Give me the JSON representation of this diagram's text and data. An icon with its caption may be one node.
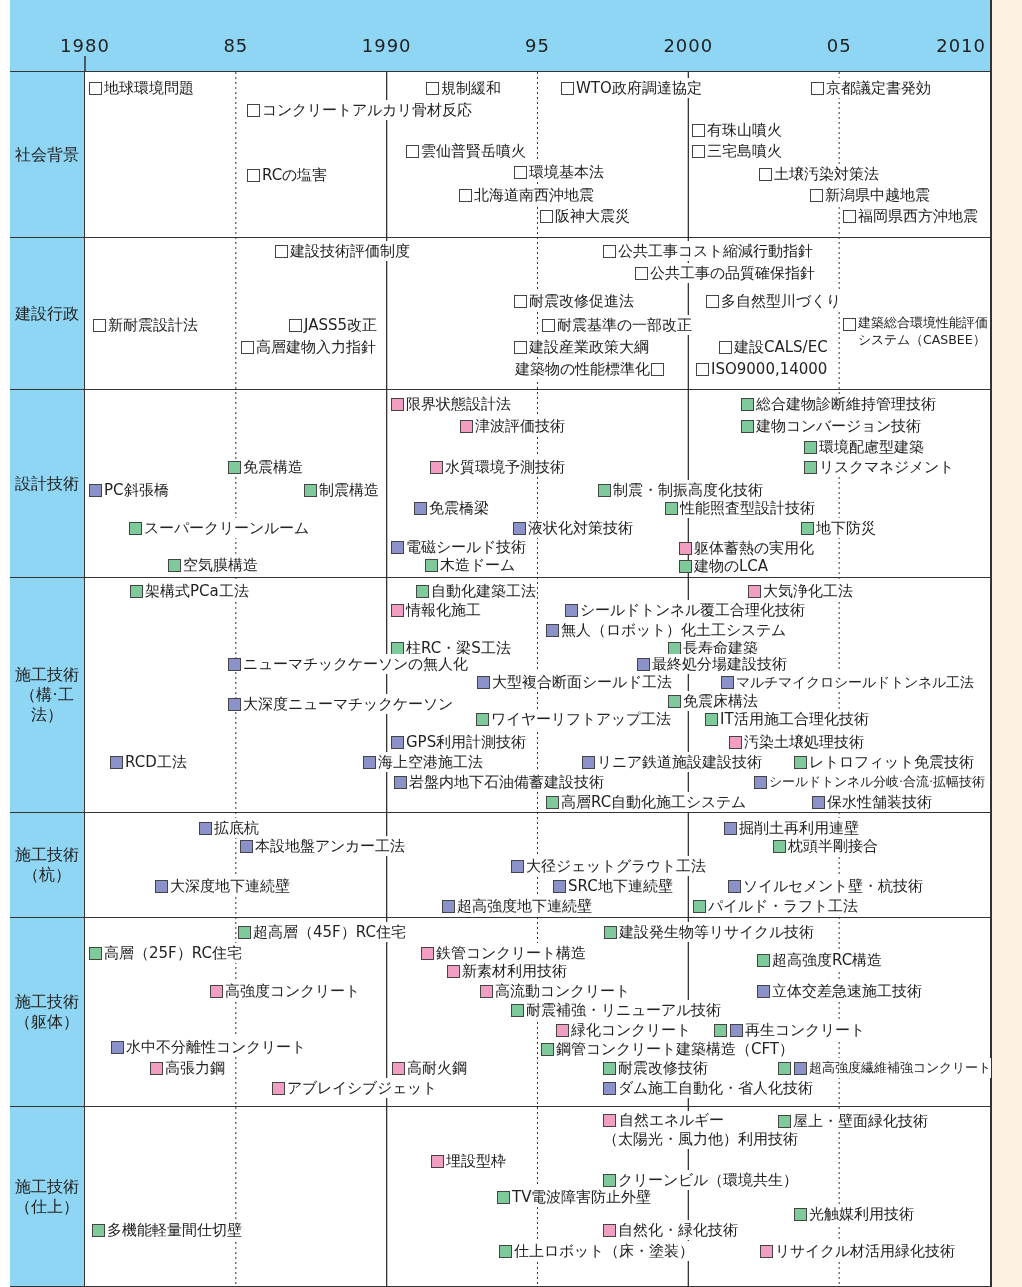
{
  "diagram": {
    "nodes": [
      {
        "text": [
          "社会背景"
        ]
      },
      {
        "text": [
          "地球環境問題"
        ],
        "in": 0
      },
      {
        "text": [
          "コンクリートアルカリ骨材反応"
        ],
        "in": 0
      },
      {
        "text": [
          "規制緩和"
        ],
        "in": 0
      },
      {
        "text": [
          "WTO政府調達協定"
        ],
        "in": 0
      },
      {
        "text": [
          "京都議定書発効"
        ],
        "in": 0
      },
      {
        "text": [
          "有珠山噴火"
        ],
        "in": 0
      },
      {
        "text": [
          "三宅島噴火"
        ],
        "in": 0
      },
      {
        "text": [
          "雲仙普賢岳噴火"
        ],
        "in": 0
      },
      {
        "text": [
          "RCの塩害"
        ],
        "in": 0
      },
      {
        "text": [
          "環境基本法"
        ],
        "in": 0
      },
      {
        "text": [
          "土壌汚染対策法"
        ],
        "in": 0
      },
      {
        "text": [
          "北海道南西沖地震"
        ],
        "in": 0
      },
      {
        "text": [
          "新潟県中越地震"
        ],
        "in": 0
      },
      {
        "text": [
          "阪神大震災"
        ],
        "in": 0
      },
      {
        "text": [
          "福岡県西方沖地震"
        ],
        "in": 0
      },
      {
        "text": [
          "建設行政"
        ]
      },
      {
        "text": [
          "建設技術評価制度"
        ],
        "in": 16
      },
      {
        "text": [
          "公共工事コスト縮減行動指針"
        ],
        "in": 16
      },
      {
        "text": [
          "公共工事の品質確保指針"
        ],
        "in": 16
      },
      {
        "text": [
          "耐震改修促進法"
        ],
        "in": 16
      },
      {
        "text": [
          "多自然型川づくり"
        ],
        "in": 16
      },
      {
        "text": [
          "新耐震設計法"
        ],
        "in": 16
      },
      {
        "text": [
          "JASS5改正"
        ],
        "in": 16
      },
      {
        "text": [
          "耐震基準の一部改正"
        ],
        "in": 16
      },
      {
        "text": [
          "建築総合環境性能評価システム（CASBEE）"
        ],
        "in": 16
      },
      {
        "text": [
          "高層建物入力指針"
        ],
        "in": 16
      },
      {
        "text": [
          "建設産業政策大綱"
        ],
        "in": 16
      },
      {
        "text": [
          "建設CALS/EC"
        ],
        "in": 16
      },
      {
        "text": [
          "建築物の性能標準化"
        ],
        "in": 16
      },
      {
        "text": [
          "ISO9000,14000"
        ],
        "in": 16
      },
      {
        "text": [
          "設計技術"
        ]
      },
      {
        "text": [
          "限界状態設計法"
        ],
        "in": 31
      },
      {
        "text": [
          "総合建物診断維持管理技術"
        ],
        "in": 31
      },
      {
        "text": [
          "津波評価技術"
        ],
        "in": 31
      },
      {
        "text": [
          "建物コンバージョン技術"
        ],
        "in": 31
      },
      {
        "text": [
          "環境配慮型建築"
        ],
        "in": 31
      },
      {
        "text": [
          "免震構造"
        ],
        "in": 31
      },
      {
        "text": [
          "水質環境予測技術"
        ],
        "in": 31
      },
      {
        "text": [
          "リスクマネジメント"
        ],
        "in": 31
      },
      {
        "text": [
          "PC斜張橋"
        ],
        "in": 31
      },
      {
        "text": [
          "制震構造"
        ],
        "in": 31
      },
      {
        "text": [
          "制震・制振高度化技術"
        ],
        "in": 31
      },
      {
        "text": [
          "免震橋梁"
        ],
        "in": 31
      },
      {
        "text": [
          "性能照査型設計技術"
        ],
        "in": 31
      },
      {
        "text": [
          "スーパークリーンルーム"
        ],
        "in": 31
      },
      {
        "text": [
          "液状化対策技術"
        ],
        "in": 31
      },
      {
        "text": [
          "地下防災"
        ],
        "in": 31
      },
      {
        "text": [
          "電磁シールド技術"
        ],
        "in": 31
      },
      {
        "text": [
          "躯体蓄熱の実用化"
        ],
        "in": 31
      },
      {
        "text": [
          "空気膜構造"
        ],
        "in": 31
      },
      {
        "text": [
          "木造ドーム"
        ],
        "in": 31
      },
      {
        "text": [
          "建物のLCA"
        ],
        "in": 31
      },
      {
        "text": [
          "施工技術（構·工法）"
        ]
      },
      {
        "text": [
          "架構式PCa工法"
        ],
        "in": 53
      },
      {
        "text": [
          "自動化建築工法"
        ],
        "in": 53
      },
      {
        "text": [
          "大気浄化工法"
        ],
        "in": 53
      },
      {
        "text": [
          "情報化施工"
        ],
        "in": 53
      },
      {
        "text": [
          "シールドトンネル覆工合理化技術"
        ],
        "in": 53
      },
      {
        "text": [
          "無人（ロボット）化土工システム"
        ],
        "in": 53
      },
      {
        "text": [
          "柱RC・梁S工法"
        ],
        "in": 53
      },
      {
        "text": [
          "長寿命建築"
        ],
        "in": 53
      },
      {
        "text": [
          "ニューマチックケーソンの無人化"
        ],
        "in": 53
      },
      {
        "text": [
          "最終処分場建設技術"
        ],
        "in": 53
      },
      {
        "text": [
          "大型複合断面シールド工法"
        ],
        "in": 53
      },
      {
        "text": [
          "マルチマイクロシールドトンネル工法"
        ],
        "in": 53
      },
      {
        "text": [
          "免震床構法"
        ],
        "in": 53
      },
      {
        "text": [
          "大深度ニューマチックケーソン"
        ],
        "in": 53
      },
      {
        "text": [
          "ワイヤーリフトアップ工法"
        ],
        "in": 53
      },
      {
        "text": [
          "IT活用施工合理化技術"
        ],
        "in": 53
      },
      {
        "text": [
          "GPS利用計測技術"
        ],
        "in": 53
      },
      {
        "text": [
          "汚染土壌処理技術"
        ],
        "in": 53
      },
      {
        "text": [
          "RCD工法"
        ],
        "in": 53
      },
      {
        "text": [
          "海上空港施工法"
        ],
        "in": 53
      },
      {
        "text": [
          "リニア鉄道施設建設技術"
        ],
        "in": 53
      },
      {
        "text": [
          "レトロフィット免震技術"
        ],
        "in": 53
      },
      {
        "text": [
          "岩盤内地下石油備蓄建設技術"
        ],
        "in": 53
      },
      {
        "text": [
          "シールドトンネル分岐·合流·拡幅技術"
        ],
        "in": 53
      },
      {
        "text": [
          "高層RC自動化施工システム"
        ],
        "in": 53
      },
      {
        "text": [
          "保水性舗装技術"
        ],
        "in": 53
      },
      {
        "text": [
          "施工技術（杭）"
        ]
      },
      {
        "text": [
          "拡底杭"
        ],
        "in": 80
      },
      {
        "text": [
          "掘削土再利用連壁"
        ],
        "in": 80
      },
      {
        "text": [
          "本設地盤アンカー工法"
        ],
        "in": 80
      },
      {
        "text": [
          "枕頭半剛接合"
        ],
        "in": 80
      },
      {
        "text": [
          "大径ジェットグラウト工法"
        ],
        "in": 80
      },
      {
        "text": [
          "大深度地下連続壁"
        ],
        "in": 80
      },
      {
        "text": [
          "SRC地下連続壁"
        ],
        "in": 80
      },
      {
        "text": [
          "ソイルセメント壁・杭技術"
        ],
        "in": 80
      },
      {
        "text": [
          "超高強度地下連続壁"
        ],
        "in": 80
      },
      {
        "text": [
          "パイルド・ラフト工法"
        ],
        "in": 80
      },
      {
        "text": [
          "施工技術（躯体）"
        ]
      },
      {
        "text": [
          "超高層（45F）RC住宅"
        ],
        "in": 91
      },
      {
        "text": [
          "建設発生物等リサイクル技術"
        ],
        "in": 91
      },
      {
        "text": [
          "高層（25F）RC住宅"
        ],
        "in": 91
      },
      {
        "text": [
          "鉄管コンクリート構造"
        ],
        "in": 91
      },
      {
        "text": [
          "超高強度RC構造"
        ],
        "in": 91
      },
      {
        "text": [
          "新素材利用技術"
        ],
        "in": 91
      },
      {
        "text": [
          "高強度コンクリート"
        ],
        "in": 91
      },
      {
        "text": [
          "高流動コンクリート"
        ],
        "in": 91
      },
      {
        "text": [
          "立体交差急速施工技術"
        ],
        "in": 91
      },
      {
        "text": [
          "耐震補強・リニューアル技術"
        ],
        "in": 91
      },
      {
        "text": [
          "緑化コンクリート"
        ],
        "in": 91
      },
      {
        "text": [
          "再生コンクリート"
        ],
        "in": 91
      },
      {
        "text": [
          "水中不分離性コンクリート"
        ],
        "in": 91
      },
      {
        "text": [
          "鋼管コンクリート建築構造（CFT）"
        ],
        "in": 91
      },
      {
        "text": [
          "高張力鋼"
        ],
        "in": 91
      },
      {
        "text": [
          "高耐火鋼"
        ],
        "in": 91
      },
      {
        "text": [
          "耐震改修技術"
        ],
        "in": 91
      },
      {
        "text": [
          "超高強度繊維補強コンクリート"
        ],
        "in": 91
      },
      {
        "text": [
          "アブレイシブジェット"
        ],
        "in": 91
      },
      {
        "text": [
          "ダム施工自動化・省人化技術"
        ],
        "in": 91
      },
      {
        "text": [
          "施工技術（仕上）"
        ]
      },
      {
        "text": [
          "自然エネルギー（太陽光・風力他）利用技術"
        ],
        "in": 112
      },
      {
        "text": [
          "屋上・壁面緑化技術"
        ],
        "in": 112
      },
      {
        "text": [
          "埋設型枠"
        ],
        "in": 112
      },
      {
        "text": [
          "クリーンビル（環境共生）"
        ],
        "in": 112
      },
      {
        "text": [
          "TV電波障害防止外壁"
        ],
        "in": 112
      },
      {
        "text": [
          "光触媒利用技術"
        ],
        "in": 112
      },
      {
        "text": [
          "多機能軽量間仕切壁"
        ],
        "in": 112
      },
      {
        "text": [
          "自然化・緑化技術"
        ],
        "in": 112
      },
      {
        "text": [
          "仕上ロボット（床・塗装）"
        ],
        "in": 112
      },
      {
        "text": [
          "リサイクル材活用緑化技術"
        ],
        "in": 112
      }
    ],
    "labels": [
      "1980",
      "85",
      "1990",
      "95",
      "2000",
      "05",
      "2010"
    ]
  }
}
